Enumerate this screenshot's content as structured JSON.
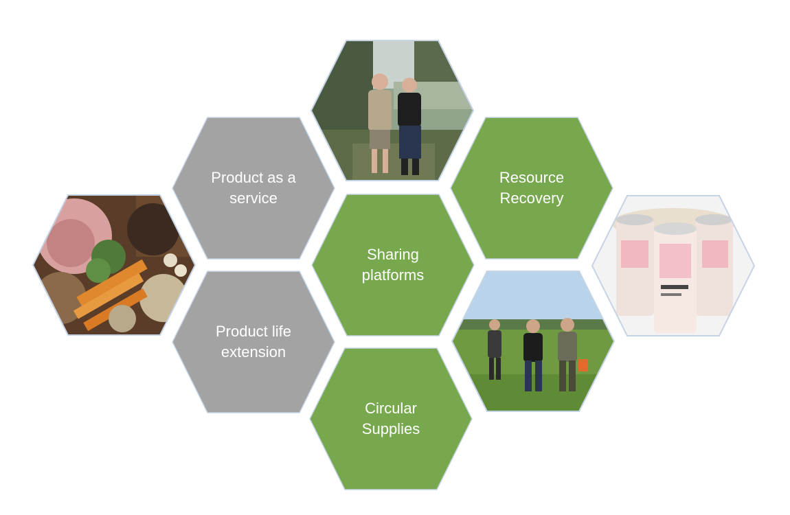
{
  "colors": {
    "green": "#77a84d",
    "gray": "#a3a3a3",
    "outline": "#c5d3e6",
    "text": "#ffffff"
  },
  "hexes": {
    "product_as_service": {
      "line1": "Product as a",
      "line2": "service"
    },
    "product_life_extension": {
      "line1": "Product life",
      "line2": "extension"
    },
    "sharing_platforms": {
      "line1": "Sharing",
      "line2": "platforms"
    },
    "circular_supplies": {
      "line1": "Circular",
      "line2": "Supplies"
    },
    "resource_recovery": {
      "line1": "Resource",
      "line2": "Recovery"
    }
  },
  "photos": [
    "food-ingredients-photo",
    "two-men-photo",
    "people-walking-field-photo",
    "beer-cans-photo"
  ]
}
